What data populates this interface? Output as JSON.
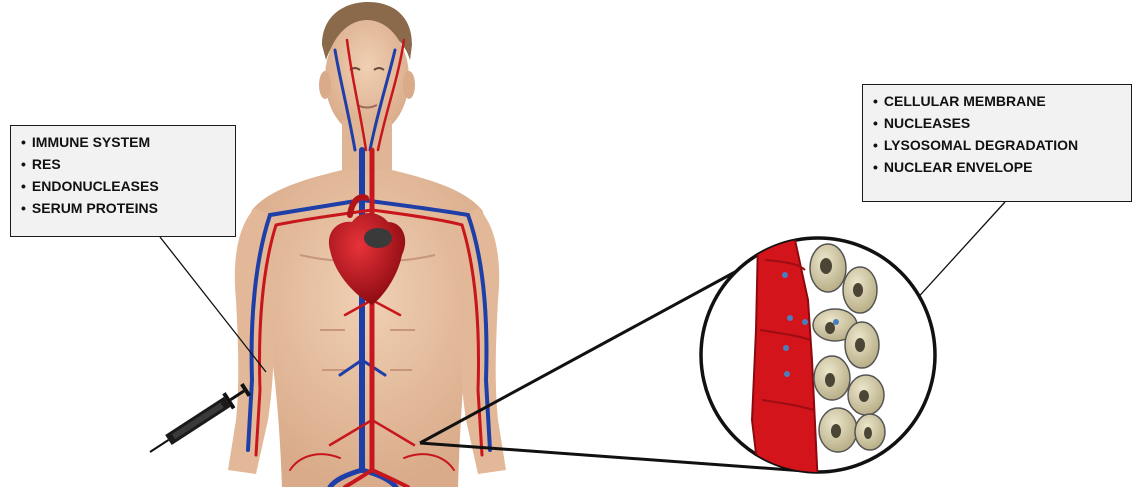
{
  "left_box": {
    "items": [
      "IMMUNE SYSTEM",
      "RES",
      "ENDONUCLEASES",
      "SERUM PROTEINS"
    ]
  },
  "right_box": {
    "items": [
      "CELLULAR MEMBRANE",
      "NUCLEASES",
      "LYSOSOMAL DEGRADATION",
      "NUCLEAR ENVELOPE"
    ]
  },
  "colors": {
    "skin": "#e7c3a4",
    "artery": "#c8161d",
    "vein": "#1f3fa8",
    "heart": "#c0121a",
    "cell": "#cfc6a0",
    "nucleus": "#4a4535",
    "particle": "#4a7fbf"
  },
  "icons": [
    "human-body-figure",
    "syringe-icon",
    "heart-icon",
    "blood-vessel-icon",
    "tissue-cell-icon"
  ]
}
